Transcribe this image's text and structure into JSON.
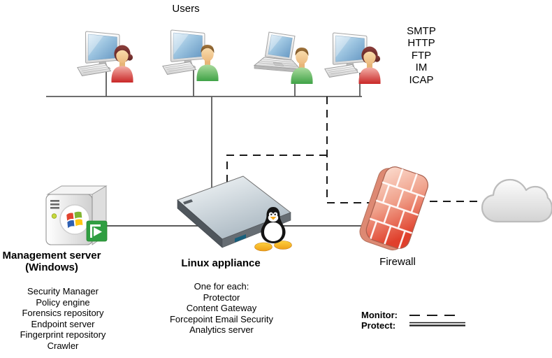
{
  "diagram_title": "Users",
  "protocols": [
    "SMTP",
    "HTTP",
    "FTP",
    "IM",
    "ICAP"
  ],
  "management_server": {
    "label": "Management server",
    "label_sub": "(Windows)",
    "components": [
      "Security Manager",
      "Policy engine",
      "Forensics repository",
      "Endpoint server",
      "Fingerprint repository",
      "Crawler"
    ]
  },
  "linux_appliance": {
    "label": "Linux appliance",
    "list_header": "One for each:",
    "components": [
      "Protector",
      "Content Gateway",
      "Forcepoint Email Security",
      "Analytics server"
    ]
  },
  "firewall": {
    "label": "Firewall"
  },
  "legend": {
    "monitor_label": "Monitor:",
    "protect_label": "Protect:"
  },
  "icons": {
    "workstations": [
      "desktop-user-red",
      "desktop-user-green",
      "laptop-user-green",
      "desktop-user-red"
    ],
    "server": "windows-tower-forcepoint",
    "appliance": "rack-slab-tux-penguin",
    "firewall": "red-brick-wall",
    "internet": "cloud"
  },
  "colors": {
    "monitor_dashed_line": "#1a1a1a",
    "protect_solid_line": "#5a5a5a",
    "screen_blue": "#8fb9dc",
    "user_red": "#cc2a2a",
    "user_green": "#44a546",
    "firewall_brick": "#e3442d",
    "forcepoint_green": "#2f9e41",
    "cloud_gray": "#dfdfdf"
  }
}
